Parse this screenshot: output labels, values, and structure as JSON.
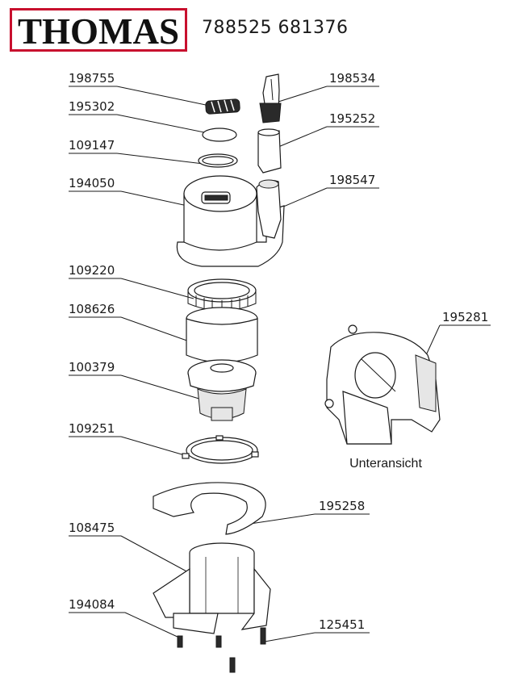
{
  "brand": "THOMAS",
  "model_numbers": "788525 681376",
  "bottom_view_caption": "Unteransicht",
  "labels": [
    {
      "id": "p198755",
      "text": "198755"
    },
    {
      "id": "p195302",
      "text": "195302"
    },
    {
      "id": "p109147",
      "text": "109147"
    },
    {
      "id": "p194050",
      "text": "194050"
    },
    {
      "id": "p109220",
      "text": "109220"
    },
    {
      "id": "p108626",
      "text": "108626"
    },
    {
      "id": "p100379",
      "text": "100379"
    },
    {
      "id": "p109251",
      "text": "109251"
    },
    {
      "id": "p108475",
      "text": "108475"
    },
    {
      "id": "p194084",
      "text": "194084"
    },
    {
      "id": "p198534",
      "text": "198534"
    },
    {
      "id": "p195252",
      "text": "195252"
    },
    {
      "id": "p198547",
      "text": "198547"
    },
    {
      "id": "p195281",
      "text": "195281"
    },
    {
      "id": "p195258",
      "text": "195258"
    },
    {
      "id": "p125451",
      "text": "125451"
    }
  ],
  "colors": {
    "logo_red": "#c8102e",
    "ink": "#1a1a1a"
  }
}
